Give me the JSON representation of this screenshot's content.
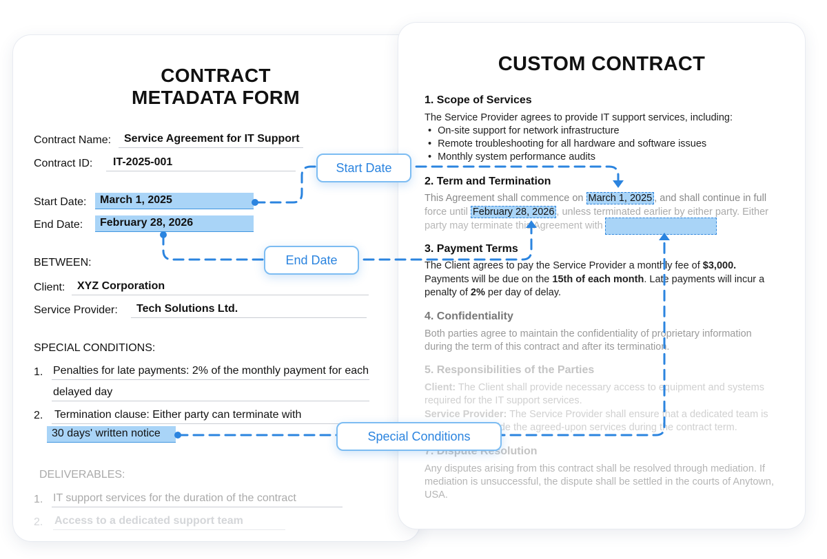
{
  "form": {
    "title_line1": "CONTRACT",
    "title_line2": "METADATA FORM",
    "contract_name_label": "Contract Name:",
    "contract_name": "Service Agreement for IT Support",
    "contract_id_label": "Contract ID:",
    "contract_id": "IT-2025-001",
    "start_date_label": "Start Date:",
    "start_date": "March 1, 2025",
    "end_date_label": "End Date:",
    "end_date": "February 28, 2026",
    "between_label": "BETWEEN:",
    "client_label": "Client:",
    "client": "XYZ Corporation",
    "provider_label": "Service Provider:",
    "provider": "Tech Solutions Ltd.",
    "special_conditions_label": "SPECIAL CONDITIONS:",
    "conditions": [
      {
        "num": "1.",
        "line1": "Penalties for late payments: 2% of the monthly payment for each del",
        "line2": "delayed day"
      },
      {
        "num": "2.",
        "line1": "Termination clause: Either party can terminate with",
        "line2": "30 days' written notice"
      }
    ],
    "deliverables_label": "DELIVERABLES:",
    "deliverables": [
      {
        "num": "1.",
        "text": "IT support services for the duration of the contract"
      },
      {
        "num": "2.",
        "text": "Access to a dedicated support team"
      }
    ]
  },
  "contract": {
    "title": "CUSTOM CONTRACT",
    "s1_heading": "1. Scope of Services",
    "s1_intro": "The Service Provider agrees to provide IT support services, including:",
    "s1_bullets": [
      "On-site support for network infrastructure",
      "Remote troubleshooting for all hardware and software issues",
      "Monthly system performance audits"
    ],
    "s2_heading": "2. Term and Termination",
    "s2_l1_a": "This Agreement shall commence on",
    "s2_start": "March 1, 2025",
    "s2_l1_b": ", and shall continue in full",
    "s2_l2_a": "force until",
    "s2_end": "February 28, 2026",
    "s2_l2_b": ", unless terminated earlier by either party. Either",
    "s2_l3": "party may terminate this Agreement with",
    "s3_heading": "3. Payment Terms",
    "s3_l1_a": "The Client agrees to pay the Service Provider a monthly fee of ",
    "s3_fee": "$3,000.",
    "s3_l2_a": "Payments will be due on the ",
    "s3_due": "15th of each month",
    "s3_l2_b": ". Late payments will incur a",
    "s3_l3_a": "penalty of ",
    "s3_penalty": "2%",
    "s3_l3_b": " per day of delay.",
    "s4_heading": "4. Confidentiality",
    "s4_l1": "Both parties agree to maintain the confidentiality of proprietary information",
    "s4_l2": "during the term of this contract and after its termination.",
    "s5_heading": "5. Responsibilities of the Parties",
    "s5_client_label": "Client:",
    "s5_client_l1": " The Client shall provide necessary access to equipment and systems",
    "s5_client_l2": "required for the IT support services.",
    "s5_provider_label": "Service Provider:",
    "s5_provider_l1": " The Service Provider shall ensure that a dedicated team is",
    "s5_provider_l2": "available to provide the agreed-upon services during the contract term.",
    "s7_heading": "7. Dispute Resolution",
    "s7_l1": "Any disputes arising from this contract shall be resolved through mediation. If",
    "s7_l2": "mediation is unsuccessful, the dispute shall be settled in the courts of Anytown,",
    "s7_l3": "USA."
  },
  "tags": {
    "start_date": "Start Date",
    "end_date": "End Date",
    "special_conditions": "Special Conditions"
  },
  "colors": {
    "highlight": "#a9d4f7",
    "connector": "#2b84df",
    "tag_border": "#7cbcf2"
  }
}
